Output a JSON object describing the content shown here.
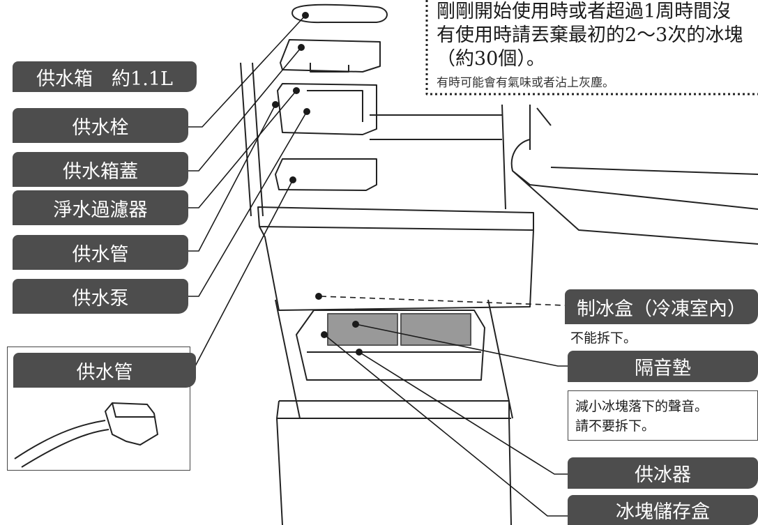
{
  "warning": {
    "line1": "剛剛開始使用時或者超過1周時間沒",
    "line2": "有使用時請丟棄最初的2～3次的冰塊",
    "line3": "（約30個）。",
    "sub": "有時可能會有氣味或者沾上灰塵。"
  },
  "left_labels": {
    "tank": "供水箱　約1.1L",
    "valve": "供水栓",
    "lid": "供水箱蓋",
    "filter": "淨水過濾器",
    "pipe": "供水管",
    "pump": "供水泵"
  },
  "inset": {
    "label": "供水管"
  },
  "right_labels": {
    "ice_maker": "制冰盒（冷凍室內）",
    "ice_maker_note": "不能拆下。",
    "pad": "隔音墊",
    "pad_note_1": "減小冰塊落下的聲音。",
    "pad_note_2": "請不要拆下。",
    "dispenser": "供冰器",
    "storage": "冰塊儲存盒"
  },
  "colors": {
    "label_bg": "#4d4d4d",
    "label_text": "#ffffff",
    "line": "#1a1a1a"
  }
}
